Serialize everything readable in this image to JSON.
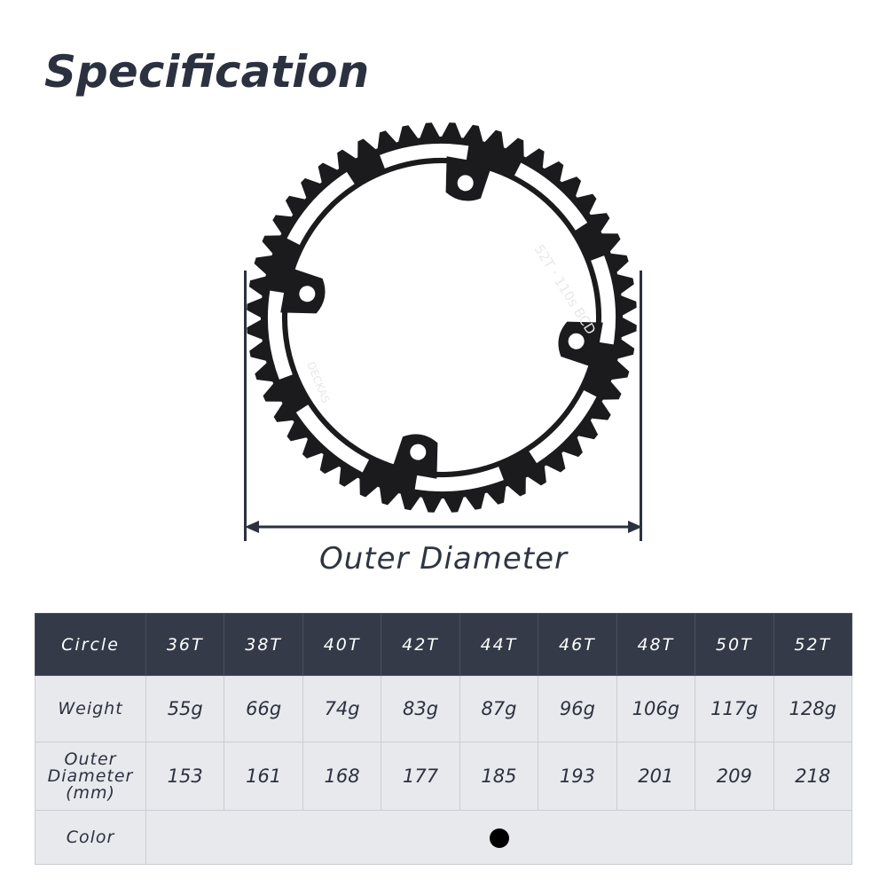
{
  "page": {
    "title": "Specification"
  },
  "diagram": {
    "label": "Outer Diameter",
    "chainring_markings": [
      "52T",
      "110s BCD",
      "DECKAS"
    ]
  },
  "table": {
    "header_label": "Circle",
    "teeth": [
      "36T",
      "38T",
      "40T",
      "42T",
      "44T",
      "46T",
      "48T",
      "50T",
      "52T"
    ],
    "rows": {
      "weight": {
        "label": "Weight",
        "values": [
          "55g",
          "66g",
          "74g",
          "83g",
          "87g",
          "96g",
          "106g",
          "117g",
          "128g"
        ]
      },
      "outer_diameter": {
        "label_lines": [
          "Outer",
          "Diameter",
          "(mm)"
        ],
        "values": [
          "153",
          "161",
          "168",
          "177",
          "185",
          "193",
          "201",
          "209",
          "218"
        ]
      },
      "color": {
        "label": "Color",
        "swatch": "#000000",
        "swatch_name": "black"
      }
    }
  }
}
